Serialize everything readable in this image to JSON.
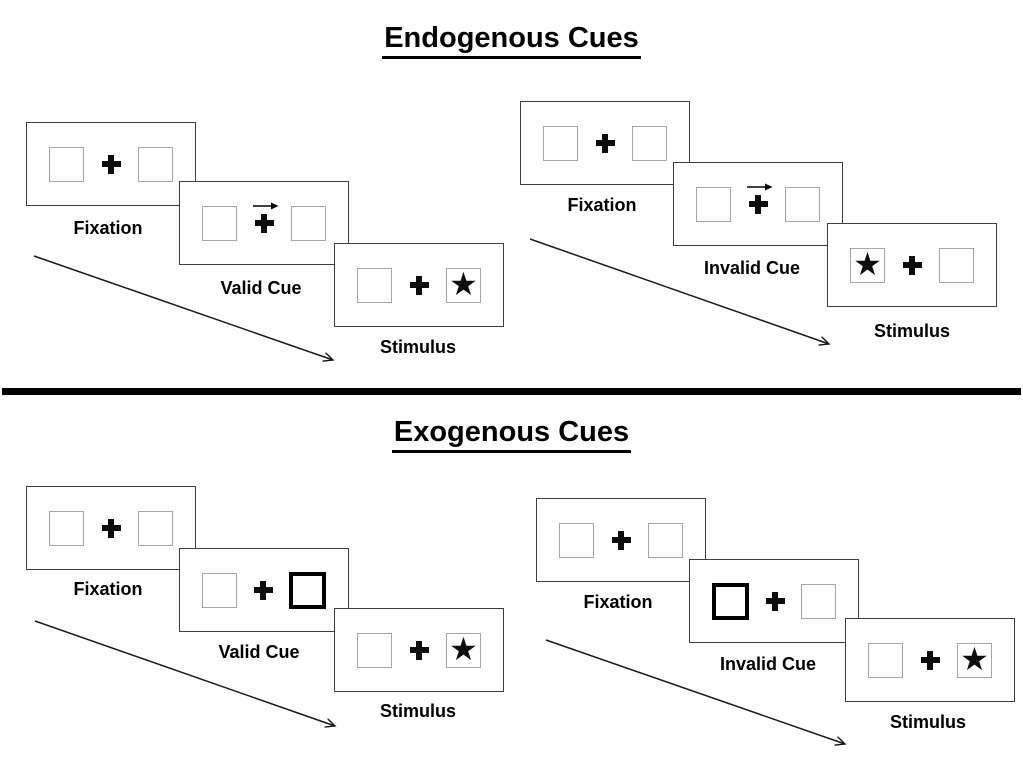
{
  "diagram": "Posner spatial cueing paradigm",
  "glyphs": {
    "star": "★"
  },
  "colors": {
    "background": "#ffffff",
    "panel_border": "#3f3f3f",
    "placeholder_box_border": "#a6a6a6",
    "cue_box_border": "#000000",
    "ink": "#000000"
  },
  "sections": [
    {
      "title": "Endogenous Cues",
      "sequences": [
        {
          "name": "valid",
          "panels": [
            {
              "label": "Fixation",
              "left_box": "empty",
              "right_box": "empty",
              "cue": "none"
            },
            {
              "label": "Valid Cue",
              "left_box": "empty",
              "right_box": "empty",
              "cue": "arrow-right-above-fixation-cross"
            },
            {
              "label": "Stimulus",
              "left_box": "empty",
              "right_box": "star",
              "cue": "none"
            }
          ]
        },
        {
          "name": "invalid",
          "panels": [
            {
              "label": "Fixation",
              "left_box": "empty",
              "right_box": "empty",
              "cue": "none"
            },
            {
              "label": "Invalid Cue",
              "left_box": "empty",
              "right_box": "empty",
              "cue": "arrow-right-above-fixation-cross"
            },
            {
              "label": "Stimulus",
              "left_box": "star",
              "right_box": "empty",
              "cue": "none"
            }
          ]
        }
      ]
    },
    {
      "title": "Exogenous Cues",
      "sequences": [
        {
          "name": "valid",
          "panels": [
            {
              "label": "Fixation",
              "left_box": "empty",
              "right_box": "empty",
              "cue": "none"
            },
            {
              "label": "Valid Cue",
              "left_box": "empty",
              "right_box": "thick-outline",
              "cue": "peripheral-box-right"
            },
            {
              "label": "Stimulus",
              "left_box": "empty",
              "right_box": "star",
              "cue": "none"
            }
          ]
        },
        {
          "name": "invalid",
          "panels": [
            {
              "label": "Fixation",
              "left_box": "empty",
              "right_box": "empty",
              "cue": "none"
            },
            {
              "label": "Invalid Cue",
              "left_box": "thick-outline",
              "right_box": "empty",
              "cue": "peripheral-box-left"
            },
            {
              "label": "Stimulus",
              "left_box": "empty",
              "right_box": "star",
              "cue": "none"
            }
          ]
        }
      ]
    }
  ]
}
